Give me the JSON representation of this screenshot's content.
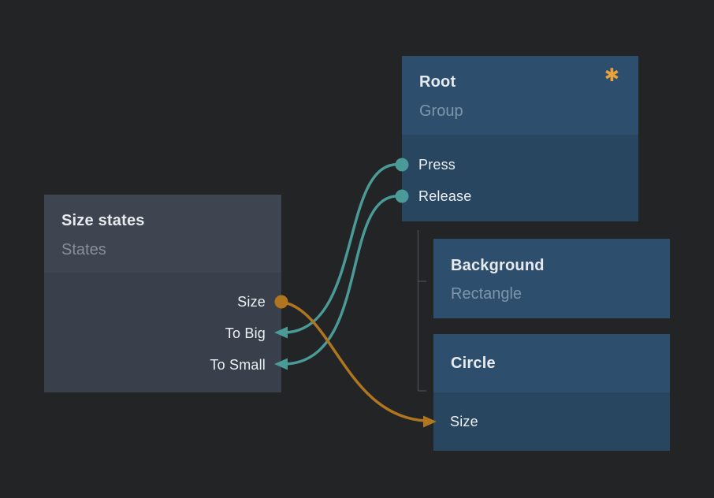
{
  "app": {
    "view": "node-graph-editor"
  },
  "colors": {
    "canvas_bg": "#232426",
    "slate_header": "#3F4550",
    "slate_body": "#3A404B",
    "blue_header": "#2D4F6D",
    "blue_body": "#284660",
    "teal": "#4A9A97",
    "orange": "#B0751F",
    "asterisk": "#E8A13B",
    "title_text": "#E7EAEE",
    "subtitle_slate": "#878E9A",
    "subtitle_blue": "#7E95AB",
    "port_text": "#EDF0F3",
    "tree_line": "#47484C"
  },
  "nodes": {
    "size_states": {
      "title": "Size states",
      "subtitle": "States",
      "ports": [
        {
          "label": "Size",
          "side": "right",
          "connector": "orange-dot"
        },
        {
          "label": "To Big",
          "side": "right",
          "connector": "teal-arrow-in"
        },
        {
          "label": "To Small",
          "side": "right",
          "connector": "teal-arrow-in"
        }
      ]
    },
    "root": {
      "title": "Root",
      "subtitle": "Group",
      "badge_glyph": "✱",
      "badge_name": "asterisk-icon",
      "ports": [
        {
          "label": "Press",
          "side": "left",
          "connector": "teal-dot"
        },
        {
          "label": "Release",
          "side": "left",
          "connector": "teal-dot"
        }
      ]
    },
    "background": {
      "title": "Background",
      "subtitle": "Rectangle",
      "ports": []
    },
    "circle": {
      "title": "Circle",
      "subtitle": "",
      "ports": [
        {
          "label": "Size",
          "side": "left",
          "connector": "orange-arrow-in"
        }
      ]
    }
  },
  "connections": [
    {
      "from": "root.Press",
      "to": "size_states.To Big",
      "color": "teal"
    },
    {
      "from": "root.Release",
      "to": "size_states.To Small",
      "color": "teal"
    },
    {
      "from": "size_states.Size",
      "to": "circle.Size",
      "color": "orange"
    }
  ],
  "hierarchy": {
    "parent": "root",
    "children": [
      "background",
      "circle"
    ]
  }
}
